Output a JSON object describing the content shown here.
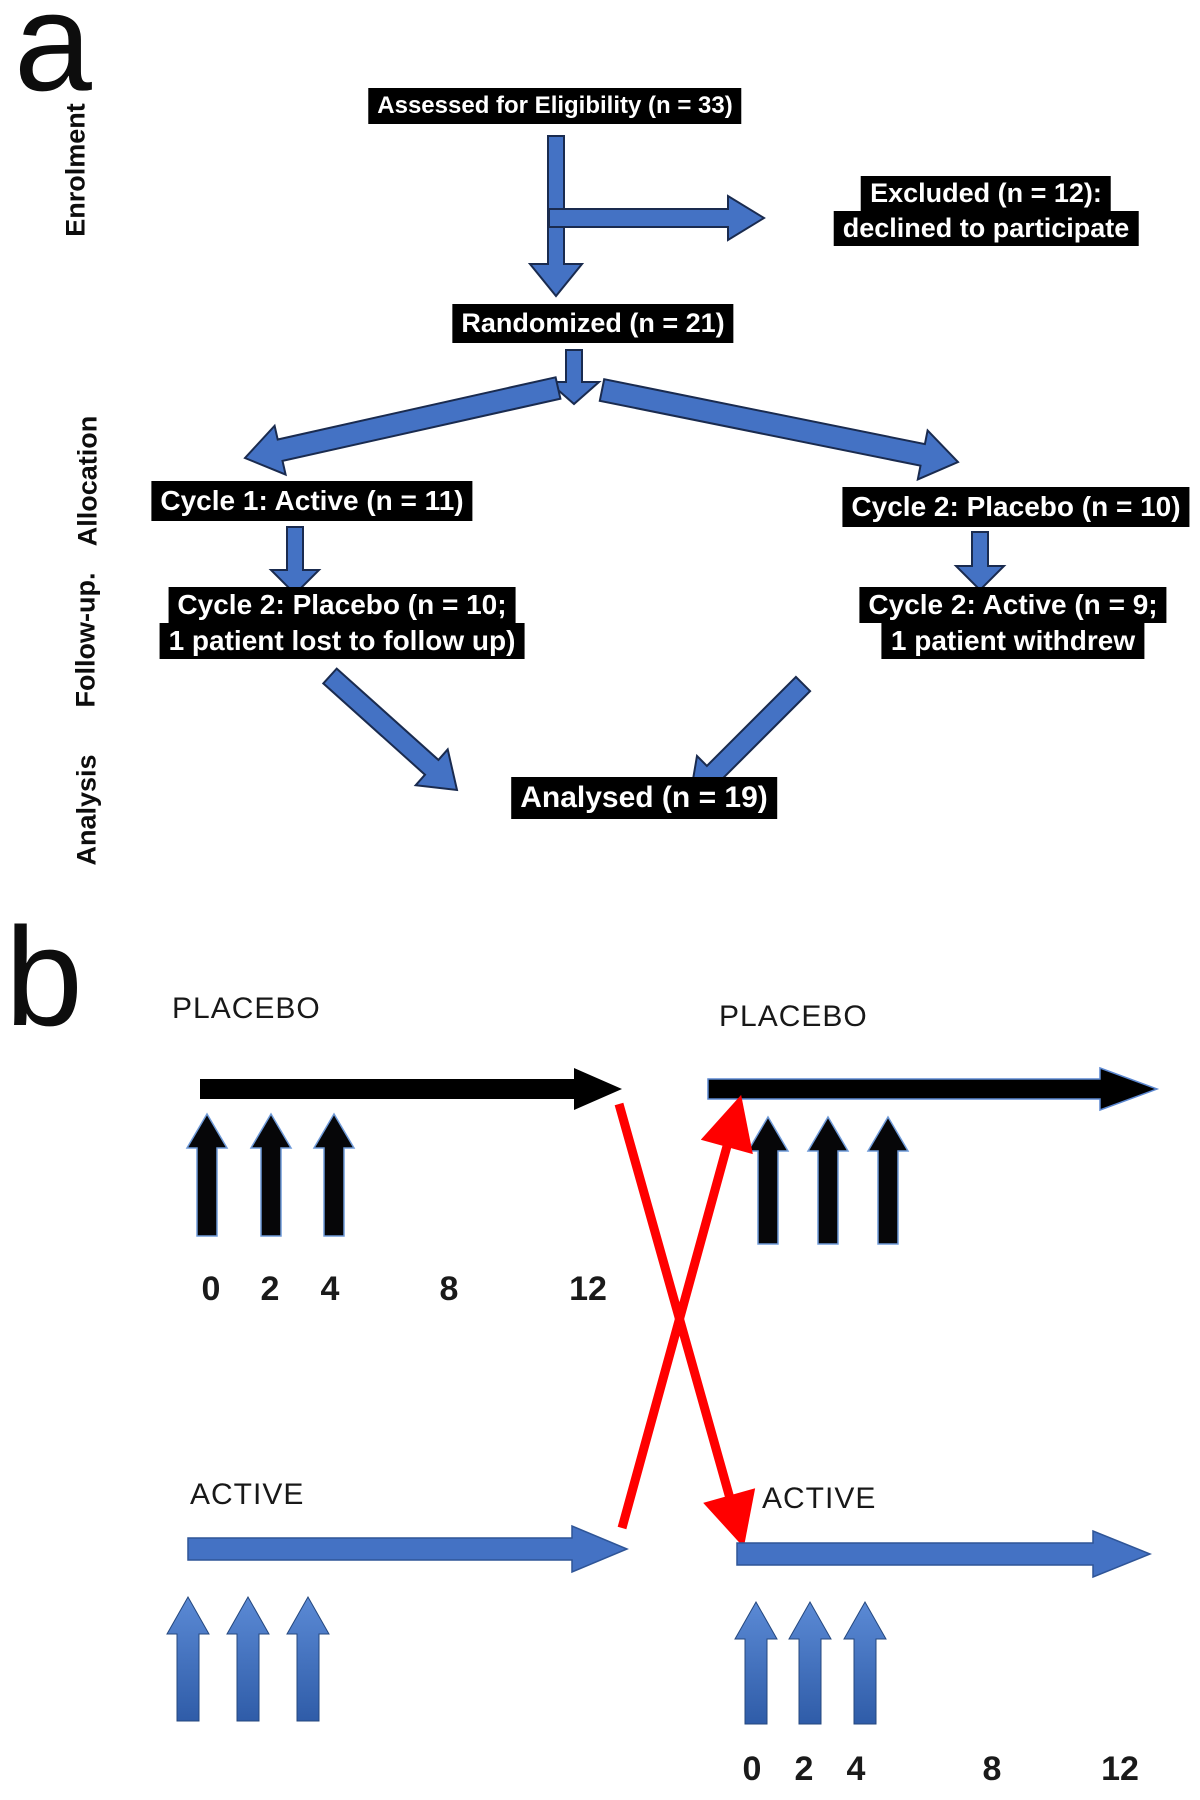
{
  "figure": {
    "panel_a_label": "a",
    "panel_b_label": "b"
  },
  "panel_a": {
    "stage_labels": {
      "enrolment": "Enrolment",
      "allocation": "Allocation",
      "followup": "Follow-up.",
      "analysis": "Analysis"
    },
    "boxes": {
      "assessed": "Assessed for Eligibility (n = 33)",
      "excluded_line1": "Excluded (n = 12):",
      "excluded_line2": "declined to participate",
      "randomized": "Randomized (n = 21)",
      "allocation_left": "Cycle 1: Active (n = 11)",
      "allocation_right": "Cycle 2: Placebo (n = 10)",
      "followup_left_line1": "Cycle 2: Placebo (n = 10;",
      "followup_left_line2": "1 patient lost to follow up)",
      "followup_right_line1": "Cycle 2: Active (n = 9;",
      "followup_right_line2": "1 patient withdrew",
      "analysed": "Analysed (n = 19)"
    }
  },
  "panel_b": {
    "top_left": {
      "label": "PLACEBO",
      "ticks": [
        "0",
        "2",
        "4",
        "8",
        "12"
      ]
    },
    "top_right": {
      "label": "PLACEBO"
    },
    "bottom_left": {
      "label": "ACTIVE"
    },
    "bottom_right": {
      "label": "ACTIVE",
      "ticks": [
        "0",
        "2",
        "4",
        "8",
        "12"
      ]
    }
  },
  "colors": {
    "flow_arrow_blue": "#4472C4",
    "flow_arrow_outline": "#1a2b4f",
    "timeline_black": "#000000",
    "crossover_red": "#FF0000",
    "box_background": "#000000",
    "box_text": "#FFFFFF"
  }
}
